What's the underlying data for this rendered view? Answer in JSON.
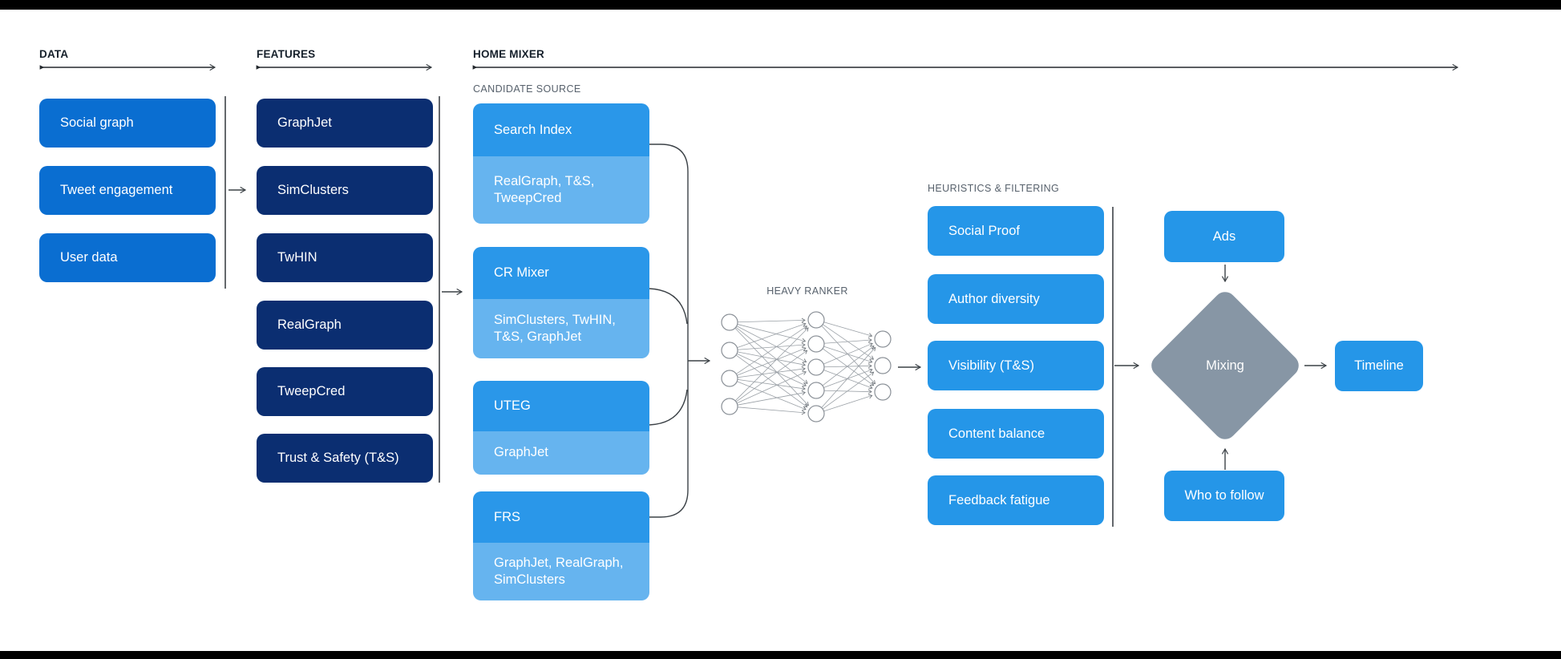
{
  "colors": {
    "data_box": "#0a6ed1",
    "feature_box": "#0b2e71",
    "source_header": "#2a97e9",
    "source_body": "#66b4ef",
    "filter_box": "#2596e8",
    "diamond": "#8796a5"
  },
  "data_section": {
    "label": "DATA",
    "items": [
      "Social graph",
      "Tweet engagement",
      "User data"
    ]
  },
  "features_section": {
    "label": "FEATURES",
    "items": [
      "GraphJet",
      "SimClusters",
      "TwHIN",
      "RealGraph",
      "TweepCred",
      "Trust & Safety (T&S)"
    ]
  },
  "home_mixer": {
    "label": "HOME MIXER",
    "candidate_source": {
      "label": "CANDIDATE SOURCE",
      "groups": [
        {
          "name": "Search Index",
          "sources": "RealGraph, T&S, TweepCred"
        },
        {
          "name": "CR Mixer",
          "sources": "SimClusters, TwHIN, T&S, GraphJet"
        },
        {
          "name": "UTEG",
          "sources": "GraphJet"
        },
        {
          "name": "FRS",
          "sources": "GraphJet, RealGraph, SimClusters"
        }
      ]
    },
    "heavy_ranker": {
      "label": "HEAVY RANKER"
    },
    "heuristics": {
      "label": "HEURISTICS & FILTERING",
      "items": [
        "Social Proof",
        "Author diversity",
        "Visibility (T&S)",
        "Content balance",
        "Feedback fatigue"
      ]
    },
    "mixing_stage": {
      "ads": "Ads",
      "mixing": "Mixing",
      "who_to_follow": "Who to follow",
      "timeline": "Timeline"
    }
  }
}
